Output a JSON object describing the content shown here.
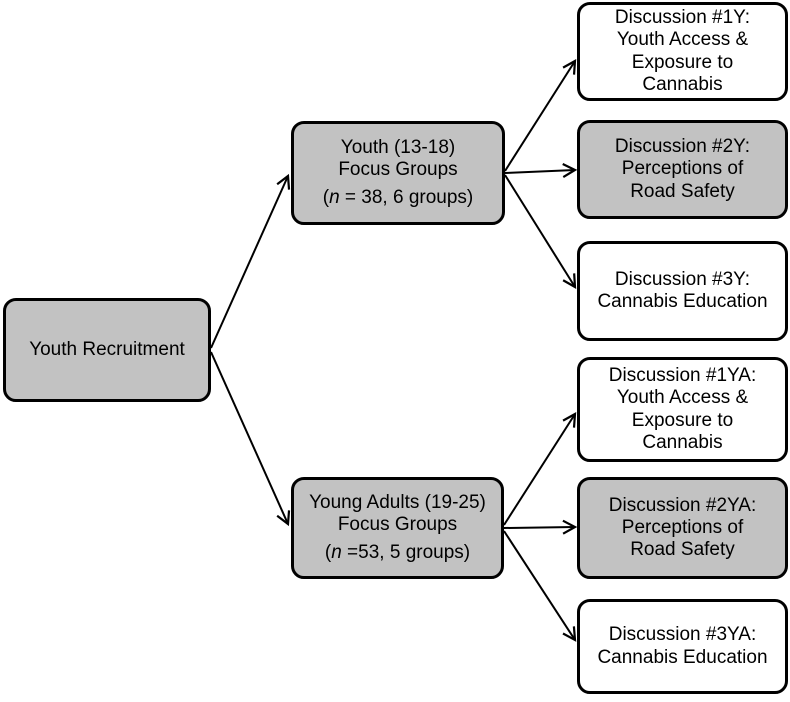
{
  "colors": {
    "page_bg": "#ffffff",
    "box_gray": "#c2c2c2",
    "box_white": "#ffffff",
    "box_border": "#000000",
    "arrow": "#000000",
    "text": "#000000"
  },
  "nodes": {
    "recruitment": {
      "label": "Youth Recruitment"
    },
    "youth_focus": {
      "line1": "Youth (13-18)",
      "line2": "Focus Groups",
      "n_prefix": "(",
      "n_italic": "n",
      "n_rest": " = 38, 6 groups)"
    },
    "young_adults_focus": {
      "line1": "Young Adults (19-25)",
      "line2": "Focus Groups",
      "n_prefix": "(",
      "n_italic": "n",
      "n_rest": " =53, 5 groups)"
    },
    "discussion_1y": {
      "label": "Discussion #1Y:\nYouth Access &\nExposure to\nCannabis"
    },
    "discussion_2y": {
      "label": "Discussion #2Y:\nPerceptions of\nRoad Safety"
    },
    "discussion_3y": {
      "label": "Discussion #3Y:\nCannabis Education"
    },
    "discussion_1ya": {
      "label": "Discussion #1YA:\nYouth Access &\nExposure to\nCannabis"
    },
    "discussion_2ya": {
      "label": "Discussion #2YA:\nPerceptions of\nRoad Safety"
    },
    "discussion_3ya": {
      "label": "Discussion #3YA:\nCannabis Education"
    }
  },
  "edges": [
    {
      "from": "youth-recruitment",
      "to": "youth-focus-groups"
    },
    {
      "from": "youth-recruitment",
      "to": "young-adults-focus-groups"
    },
    {
      "from": "youth-focus-groups",
      "to": "discussion-1y"
    },
    {
      "from": "youth-focus-groups",
      "to": "discussion-2y"
    },
    {
      "from": "youth-focus-groups",
      "to": "discussion-3y"
    },
    {
      "from": "young-adults-focus-groups",
      "to": "discussion-1ya"
    },
    {
      "from": "young-adults-focus-groups",
      "to": "discussion-2ya"
    },
    {
      "from": "young-adults-focus-groups",
      "to": "discussion-3ya"
    }
  ]
}
